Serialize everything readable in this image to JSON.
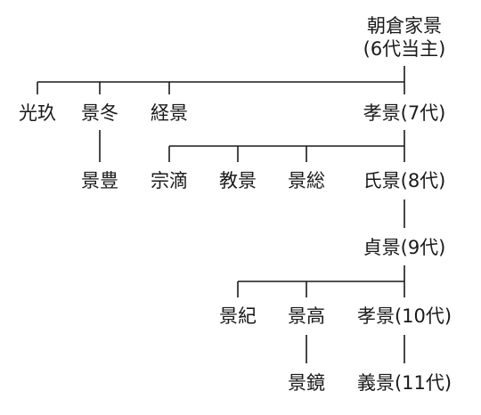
{
  "line_color": "#1a1a1a",
  "root": {
    "line1": "朝倉家景",
    "line2": "(6代当主)"
  },
  "gen1": {
    "kouryu": "光玖",
    "kagefuyu": "景冬",
    "tsunekage": "経景",
    "takakage_7": "孝景(7代)"
  },
  "gen2": {
    "kagetoyo": "景豊",
    "soteki": "宗滴",
    "norikage": "教景",
    "kagefusa": "景総",
    "ujikage_8": "氏景(8代)"
  },
  "gen3": {
    "sadakage_9": "貞景(9代)"
  },
  "gen4": {
    "kagenori": "景紀",
    "kagetaka": "景高",
    "takakage_10": "孝景(10代)"
  },
  "gen5": {
    "kageakira": "景鏡",
    "yoshikage_11": "義景(11代)"
  }
}
